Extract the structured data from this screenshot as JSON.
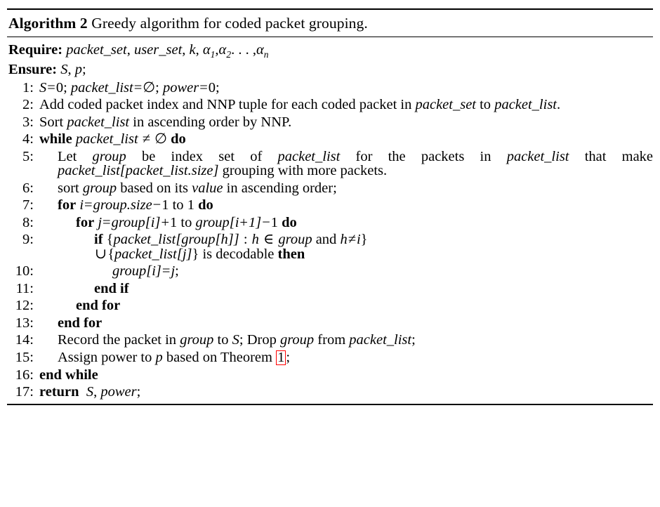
{
  "document": {
    "type": "algorithm-float",
    "title_keyword": "Algorithm 2",
    "title_caption": "Greedy algorithm for coded packet grouping.",
    "link_color": "#FF0000",
    "rule_color": "#000000"
  },
  "io": {
    "require_label": "Require:",
    "require_text": "packet_set, user_set, k, α1, α2, . . . , αn",
    "ensure_label": "Ensure:",
    "ensure_text": "S, p;"
  },
  "lines": [
    {
      "num": "1:",
      "indent": 0,
      "text": "S = 0; packet_list = ∅; power = 0;"
    },
    {
      "num": "2:",
      "indent": 0,
      "text": "Add coded packet index and NNP tuple for each coded packet in packet_set to packet_list."
    },
    {
      "num": "3:",
      "indent": 0,
      "text": "Sort packet_list in ascending order by NNP."
    },
    {
      "num": "4:",
      "indent": 0,
      "text": "while packet_list ≠ ∅ do"
    },
    {
      "num": "5:",
      "indent": 1,
      "text": "Let group be index set of packet_list for the packets in packet_list that make packet_list[packet_list.size] grouping with more packets."
    },
    {
      "num": "6:",
      "indent": 1,
      "text": "sort group based on its value in ascending order;"
    },
    {
      "num": "7:",
      "indent": 1,
      "text": "for i = group.size − 1 to 1 do"
    },
    {
      "num": "8:",
      "indent": 2,
      "text": "for j = group[i] + 1 to group[i + 1] − 1 do"
    },
    {
      "num": "9:",
      "indent": 3,
      "text": "if {packet_list[group[h]] : h ∈ group and h ≠ i} ∪ {packet_list[j]} is decodable then"
    },
    {
      "num": "10:",
      "indent": 4,
      "text": "group[i] = j;"
    },
    {
      "num": "11:",
      "indent": 3,
      "text": "end if"
    },
    {
      "num": "12:",
      "indent": 2,
      "text": "end for"
    },
    {
      "num": "13:",
      "indent": 1,
      "text": "end for"
    },
    {
      "num": "14:",
      "indent": 1,
      "text": "Record the packet in group to S; Drop group from packet_list;"
    },
    {
      "num": "15:",
      "indent": 1,
      "text": "Assign power to p based on Theorem 1;"
    },
    {
      "num": "16:",
      "indent": 0,
      "text": "end while"
    },
    {
      "num": "17:",
      "indent": 0,
      "text": "return S, power;"
    }
  ],
  "tokens": {
    "packet_set": "packet_set",
    "user_set": "user_set",
    "packet_list": "packet_list",
    "group": "group",
    "power": "power",
    "value": "value",
    "k": "k",
    "S": "S",
    "p": "p",
    "i": "i",
    "j": "j",
    "h": "h",
    "alpha": "α",
    "sub1": "1",
    "sub2": "2",
    "subn": "n",
    "ellipsis": ". . . ,",
    "emptyset": "∅",
    "neq": "≠",
    "in": "∈",
    "cup": "∪",
    "minus": "−",
    "plus": "+",
    "eq": "=",
    "zero": "0",
    "one": "1",
    "theorem_ref": "1",
    "kw_while": "while",
    "kw_do": "do",
    "kw_for": "for",
    "kw_if": "if",
    "kw_then": "then",
    "kw_end_if": "end if",
    "kw_end_for": "end for",
    "kw_end_while": "end while",
    "kw_return": "return",
    "w_add": "Add coded packet index and NNP tuple for each coded packet in",
    "w_to": "to",
    "w_sort_cap": "Sort",
    "w_sort_order": "in ascending order by NNP.",
    "w_let": "Let",
    "w_be_index_set": "be index set of",
    "w_for_packets": "for the packets in",
    "w_that_make": "that make",
    "w_grouping": "grouping with more packets.",
    "w_sort": "sort",
    "w_based_on_its": "based on its",
    "w_in_asc": "in ascending order;",
    "w_to_plain": "to",
    "w_and": "and",
    "w_is_decodable": "is decodable",
    "w_record": "Record the packet in",
    "w_drop": "Drop",
    "w_from": "from",
    "w_assign": "Assign power to",
    "w_based_theorem": "based on Theorem",
    "w_semicolon": ";",
    "w_period": ".",
    "w_comma": ",",
    "packet_list_index": "[packet_list.size]",
    "group_size": "group.size",
    "dot": "."
  }
}
